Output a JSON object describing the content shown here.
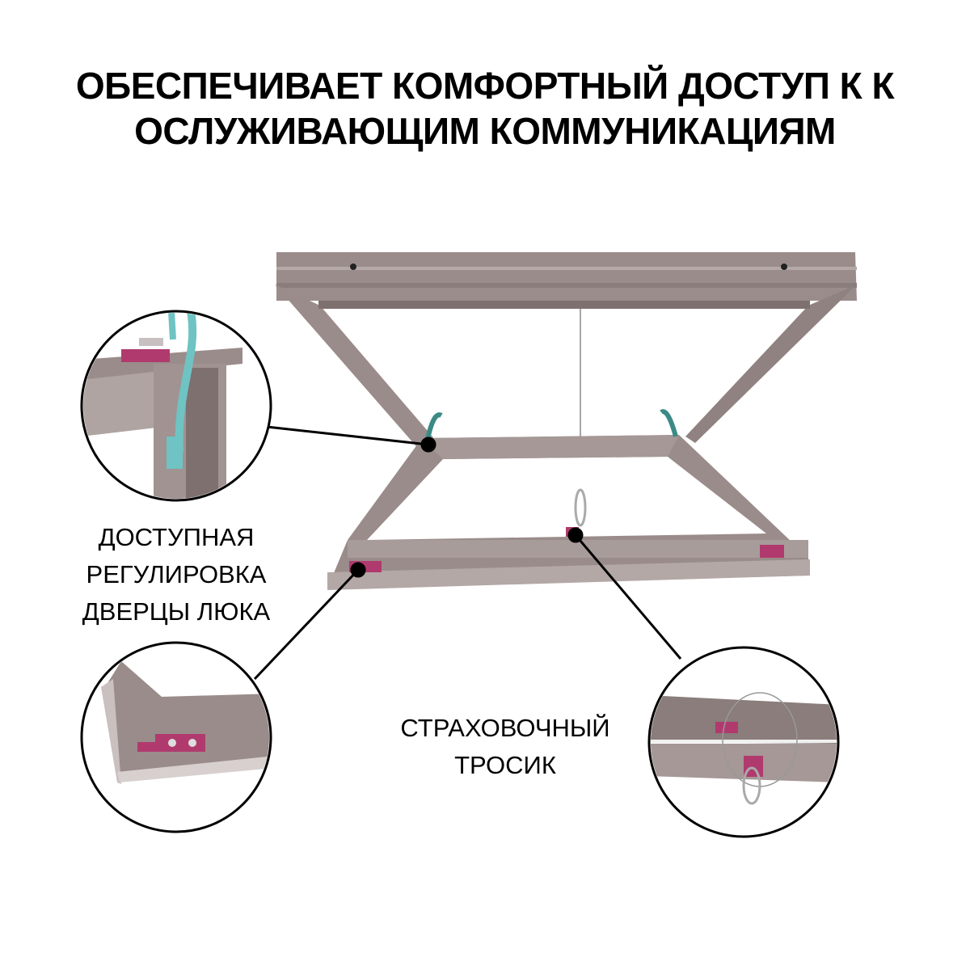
{
  "title": {
    "line1": "ОБЕСПЕЧИВАЕТ КОМФОРТНЫЙ ДОСТУП К К",
    "line2": "ОСЛУЖИВАЮЩИМ КОММУНИКАЦИЯМ"
  },
  "callouts": {
    "adjustment": {
      "line1": "ДОСТУПНАЯ",
      "line2": "РЕГУЛИРОВКА",
      "line3": "ДВЕРЦЫ ЛЮКА"
    },
    "cable": {
      "line1": "СТРАХОВОЧНЫЙ",
      "line2": "ТРОСИК"
    }
  },
  "colors": {
    "frame": "#9a8c8a",
    "frame_dark": "#7d706e",
    "hinge": "#b03a6e",
    "spring": "#6fc3c3",
    "outline": "#000000"
  }
}
